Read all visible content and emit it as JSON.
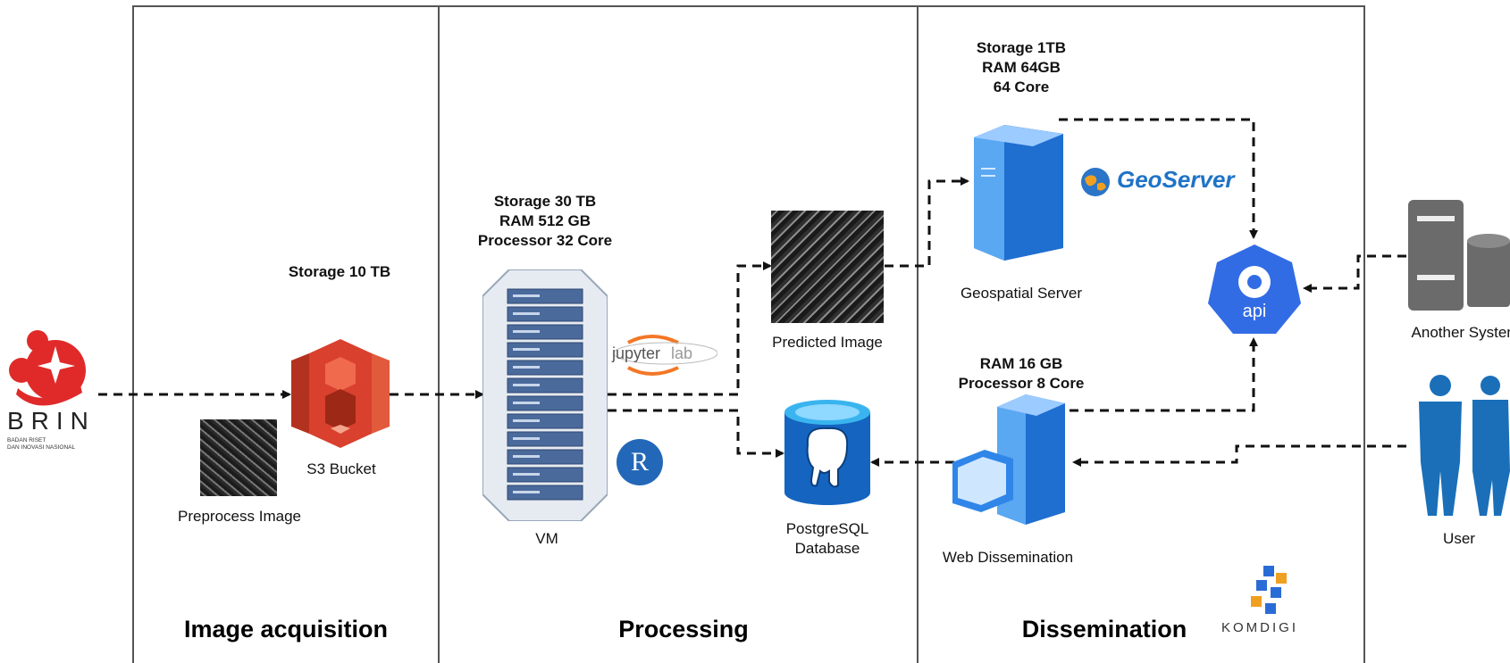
{
  "lanes": {
    "acquisition": "Image acquisition",
    "processing": "Processing",
    "dissemination": "Dissemination"
  },
  "brin": {
    "name": "BRIN",
    "line1": "BADAN RISET",
    "line2": "DAN INOVASI NASIONAL"
  },
  "s3": {
    "spec": "Storage 10 TB",
    "label": "S3 Bucket"
  },
  "preprocess": {
    "label": "Preprocess Image"
  },
  "vm": {
    "spec1": "Storage 30 TB",
    "spec2": "RAM 512 GB",
    "spec3": "Processor 32 Core",
    "label": "VM"
  },
  "jupyter": {
    "text": "jupyter",
    "lab": "lab"
  },
  "r_logo": {
    "text": "R"
  },
  "predicted": {
    "label": "Predicted Image"
  },
  "postgres": {
    "line1": "PostgreSQL",
    "line2": "Database"
  },
  "geoserver": {
    "spec1": "Storage 1TB",
    "spec2": "RAM 64GB",
    "spec3": "64 Core",
    "label": "Geospatial Server",
    "brand": "GeoServer"
  },
  "web": {
    "spec1": "RAM 16 GB",
    "spec2": "Processor 8 Core",
    "label": "Web Dissemination"
  },
  "api": {
    "text": "api"
  },
  "another_system": {
    "label": "Another System"
  },
  "user": {
    "label": "User"
  },
  "komdigi": {
    "text": "KOMDIGI"
  },
  "colors": {
    "aws_red": "#d9402e",
    "blue": "#1f6fd0",
    "brin_red": "#e02a2a",
    "k8s_blue": "#326ce5"
  }
}
